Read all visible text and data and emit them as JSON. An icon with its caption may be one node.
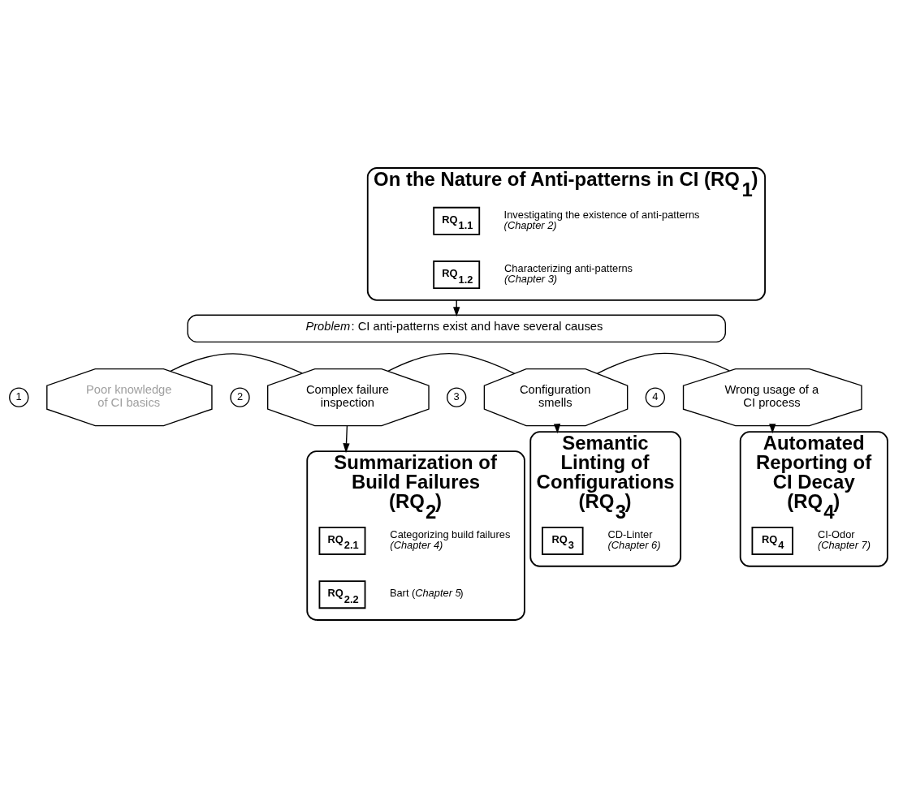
{
  "diagram": {
    "nodes": [
      {
        "text": [
          "On the Nature of Anti-patterns in CI (RQ$_{1}$)"
        ]
      },
      {
        "text": [
          "RQ$_{1.1}$"
        ],
        "in": 0,
        "beside": [
          "Investigating the existence of anti-patterns *(Chapter 2)*"
        ]
      },
      {
        "text": [
          "RQ$_{1.2}$"
        ],
        "in": 0,
        "beside": [
          "Characterizing anti-patterns *(Chapter 3)*"
        ]
      },
      {
        "text": [
          "*Problem*: CI anti-patterns exist and have several causes"
        ]
      },
      {
        "text": [
          "1"
        ]
      },
      {
        "text": [
          "Poor knowledge of CI basics"
        ]
      },
      {
        "text": [
          "2"
        ]
      },
      {
        "text": [
          "Complex failure inspection"
        ]
      },
      {
        "text": [
          "3"
        ]
      },
      {
        "text": [
          "Configuration smells"
        ]
      },
      {
        "text": [
          "4"
        ]
      },
      {
        "text": [
          "Wrong usage of a CI process"
        ]
      },
      {
        "text": [
          "Summarization of Build Failures (RQ$_{2}$)"
        ]
      },
      {
        "text": [
          "RQ$_{2.1}$"
        ],
        "in": 12,
        "beside": [
          "Categorizing build failures *(Chapter 4)*"
        ]
      },
      {
        "text": [
          "RQ$_{2.2}$"
        ],
        "in": 12,
        "beside": [
          "Bart (*Chapter 5*)"
        ]
      },
      {
        "text": [
          "Semantic Linting of Configurations (RQ$_{3}$)"
        ]
      },
      {
        "text": [
          "RQ$_{3}$"
        ],
        "in": 15,
        "beside": [
          "CD-Linter *(Chapter 6)*"
        ]
      },
      {
        "text": [
          "Automated Reporting of CI Decay (RQ$_{4}$)"
        ]
      },
      {
        "text": [
          "RQ$_{4}$"
        ],
        "in": 17,
        "beside": [
          "CI-Odor *(Chapter 7)*"
        ]
      }
    ],
    "edges": [
      {
        "from": 0,
        "to": 3,
        "arrow": "to"
      },
      {
        "from": 5,
        "to": 7,
        "arrow": "none"
      },
      {
        "from": 7,
        "to": 9,
        "arrow": "none"
      },
      {
        "from": 9,
        "to": 11,
        "arrow": "none"
      },
      {
        "from": 7,
        "to": 12,
        "arrow": "to"
      },
      {
        "from": 9,
        "to": 15,
        "arrow": "to"
      },
      {
        "from": 11,
        "to": 17,
        "arrow": "to"
      }
    ]
  }
}
